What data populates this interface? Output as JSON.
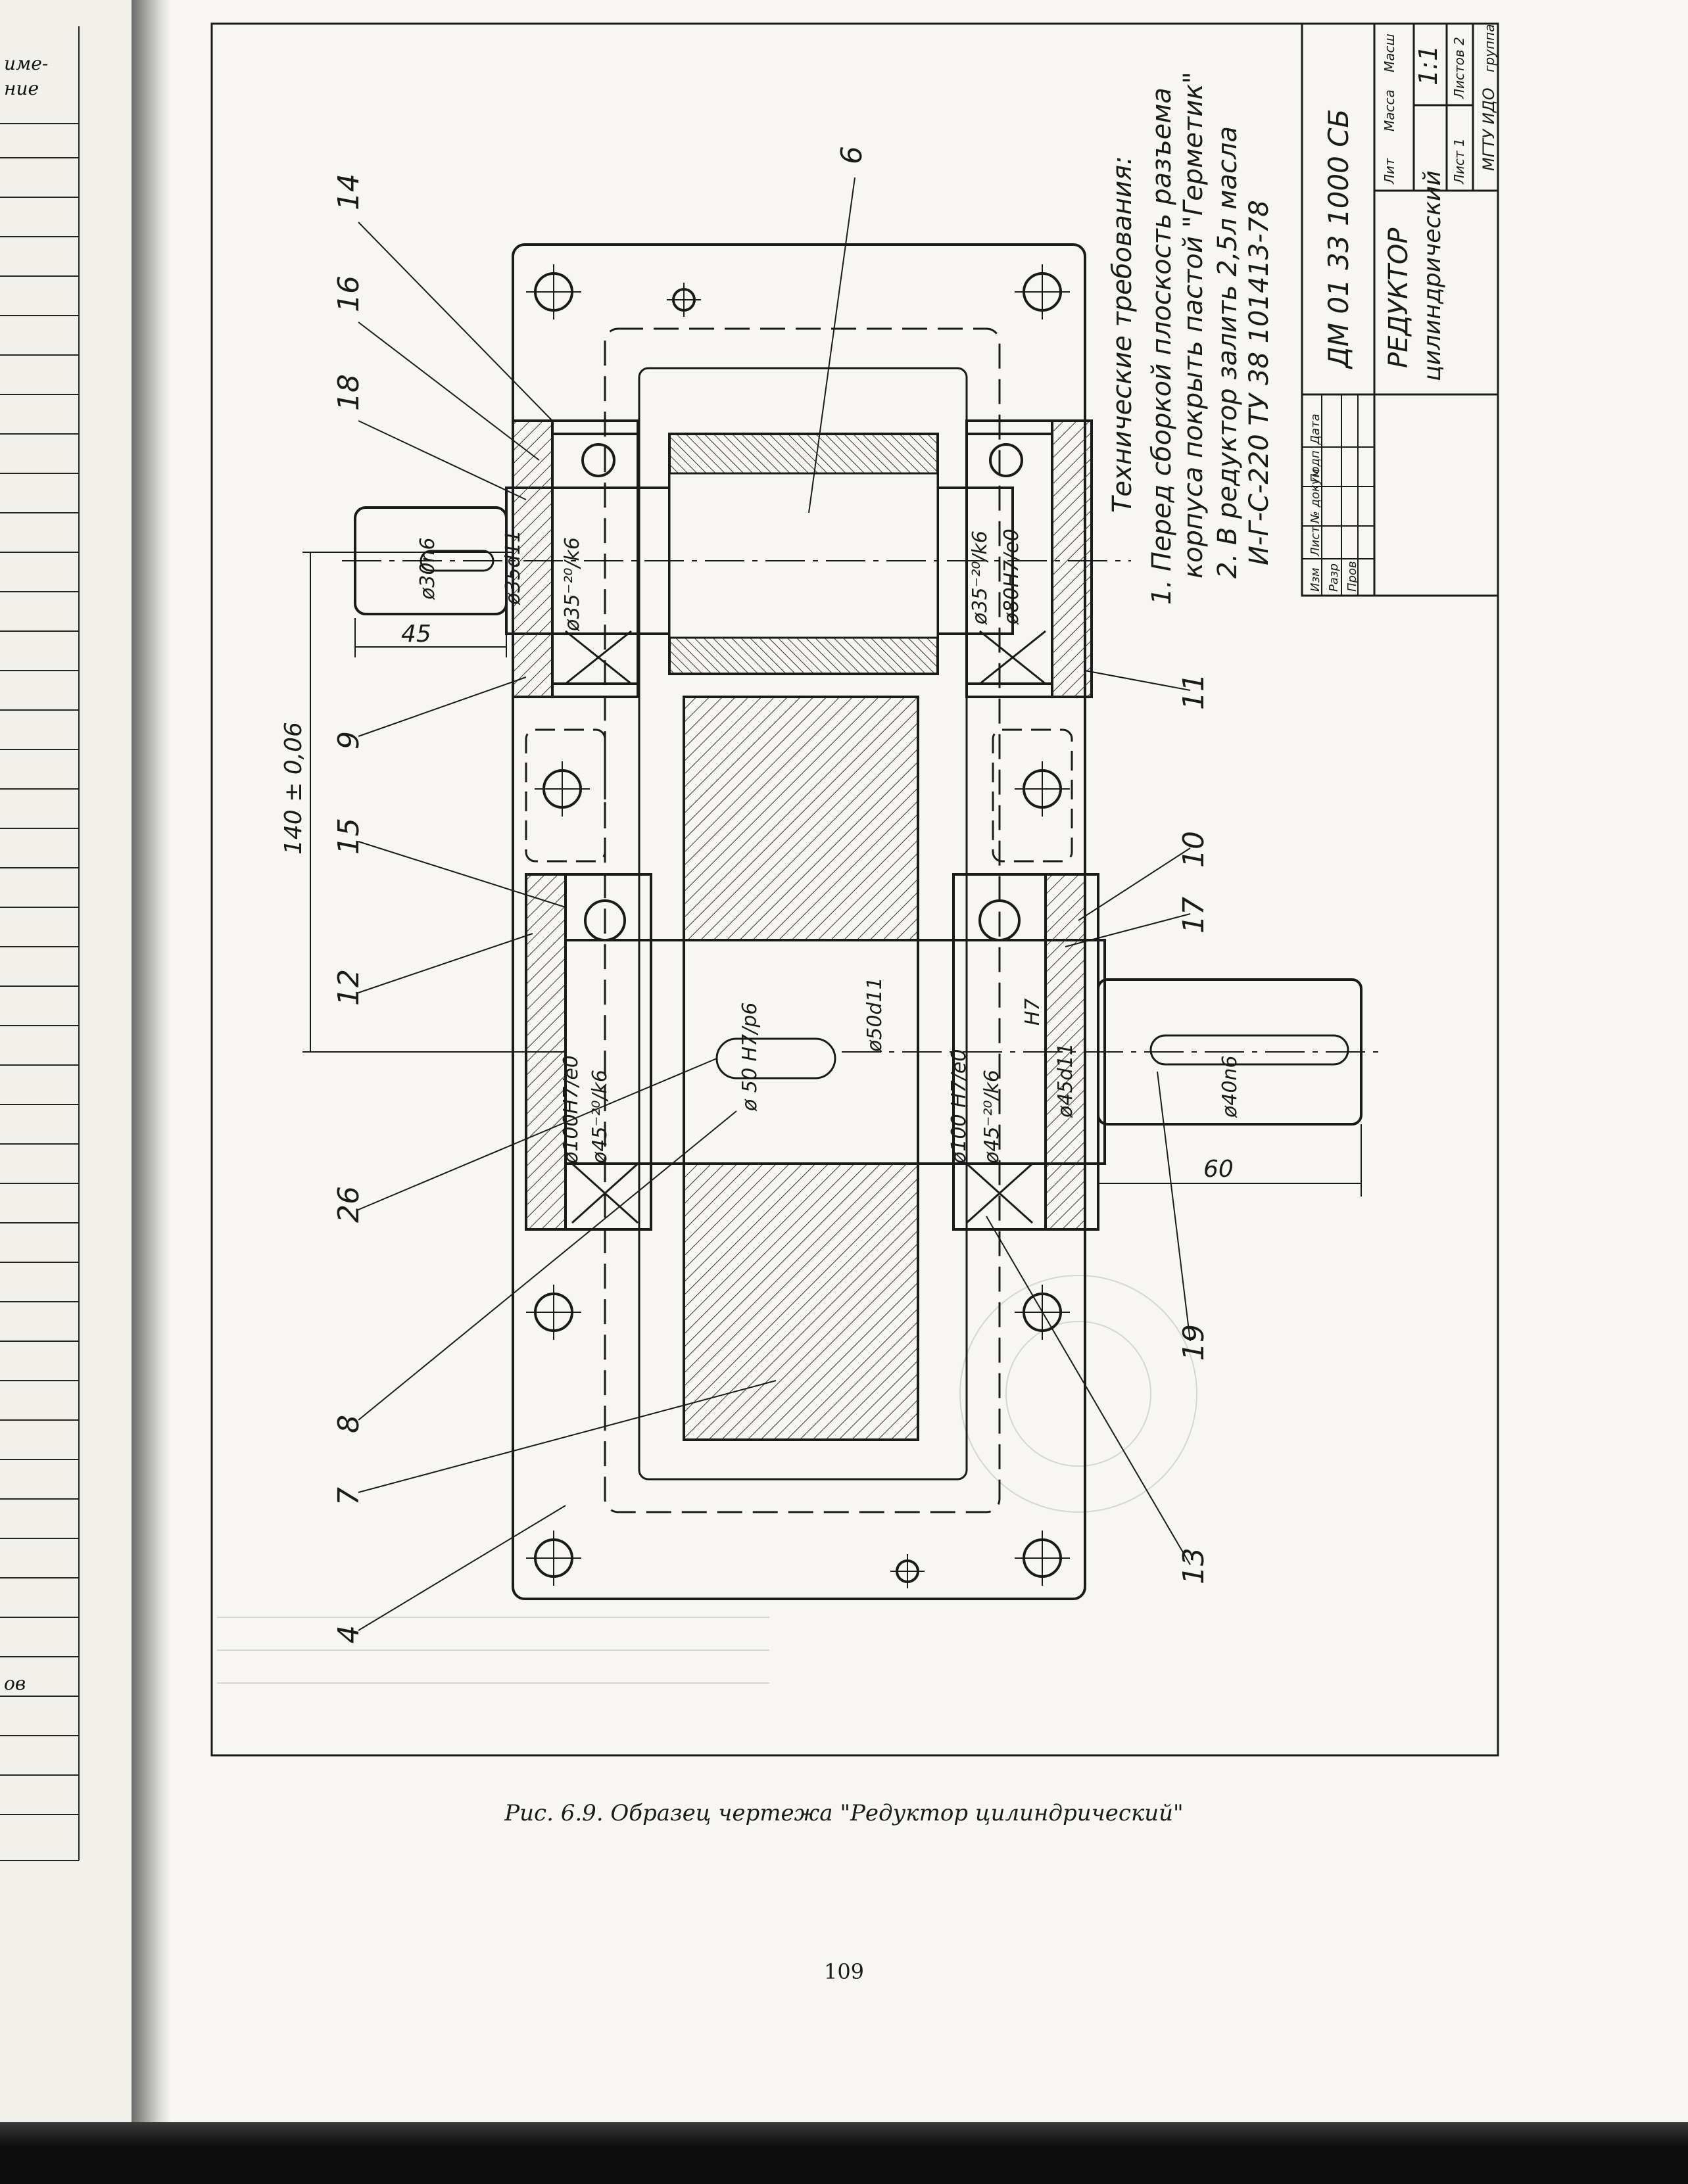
{
  "left_margin": {
    "labels": [
      "име-",
      "ние",
      "ов"
    ]
  },
  "drawing": {
    "position_numbers": {
      "p14": "14",
      "p16": "16",
      "p18": "18",
      "p6": "6",
      "p9": "9",
      "p15": "15",
      "p12": "12",
      "p26": "26",
      "p8": "8",
      "p7": "7",
      "p4": "4",
      "p13": "13",
      "p19": "19",
      "p17": "17",
      "p10": "10",
      "p11": "11"
    },
    "dimensions": {
      "d_30n6": "ø30n6",
      "d_35d11": "ø35d11",
      "d_35k6_a": "ø35⁻²⁰/k6",
      "d_35k6_b": "ø35⁻²⁰/k6",
      "d_80H7e0": "ø80H7/e0",
      "d_100H7e0_l": "ø100H7/e0",
      "d_45k6_l": "ø45⁻²⁰/k6",
      "d_50H7p6": "ø 50 H7/p6",
      "d_50d11": "ø50d11",
      "d_100H7e0_r": "ø100 H7/e0",
      "d_45k6_r": "ø45⁻²⁰/k6",
      "d_H7": "H7",
      "d_45d11": "ø45d11",
      "d_40n6": "ø40n6",
      "len_45": "45",
      "len_60": "60",
      "center_140": "140 ± 0,06"
    },
    "technical_requirements": {
      "heading": "Технические требования:",
      "item1_line1": "1. Перед сборкой плоскость разъема",
      "item1_line2": "корпуса покрыть пастой \"Герметик\"",
      "item2_line1": "2. В редуктор залить 2,5л масла",
      "item2_line2": "И-Г-С-220 ТУ 38 101413-78"
    },
    "title_block": {
      "designation": "ДМ 01 33 1000 СБ",
      "name_line1": "РЕДУКТОР",
      "name_line2": "цилиндрический",
      "lit_label": "Лит",
      "mass_label": "Масса",
      "scale_label": "Масш",
      "scale_value": "1:1",
      "sheet_label": "Лист 1",
      "sheets_label": "Листов 2",
      "org_line1": "МГТУ ИДО",
      "org_line2": "группа",
      "row_labels": [
        "Изм",
        "Лист",
        "№ докум",
        "Подп",
        "Дата"
      ],
      "role_labels": [
        "Разр",
        "Пров"
      ]
    }
  },
  "caption": "Рис. 6.9. Образец чертежа \"Редуктор цилиндрический\"",
  "page_number": "109"
}
